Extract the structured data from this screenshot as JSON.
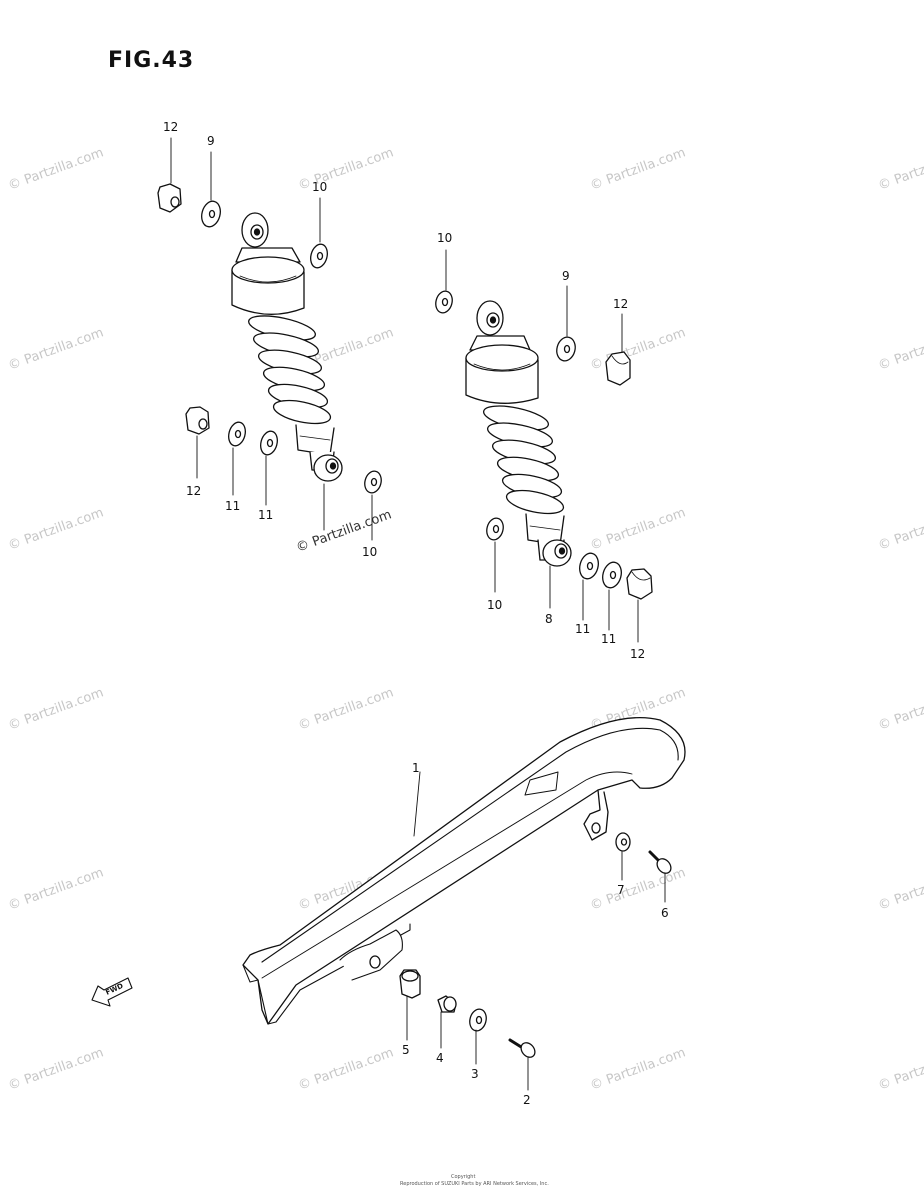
{
  "figure": {
    "title": "FIG.43",
    "watermark": "© Partzilla.com",
    "footer_line1": "Copyright",
    "footer_line2": "Reproduction of SUZUKI Parts by ARI Network Services, Inc."
  },
  "callouts": {
    "c12a": "12",
    "c9a": "9",
    "c10a": "10",
    "c12b": "12",
    "c11a": "11",
    "c11b": "11",
    "c10b": "10",
    "c10c": "10",
    "c9b": "9",
    "c12c": "12",
    "c10d": "10",
    "c8": "8",
    "c11c": "11",
    "c11d": "11",
    "c12d": "12",
    "c1": "1",
    "c7": "7",
    "c6": "6",
    "c5": "5",
    "c4": "4",
    "c3": "3",
    "c2": "2"
  },
  "fwd_label": "FWD"
}
